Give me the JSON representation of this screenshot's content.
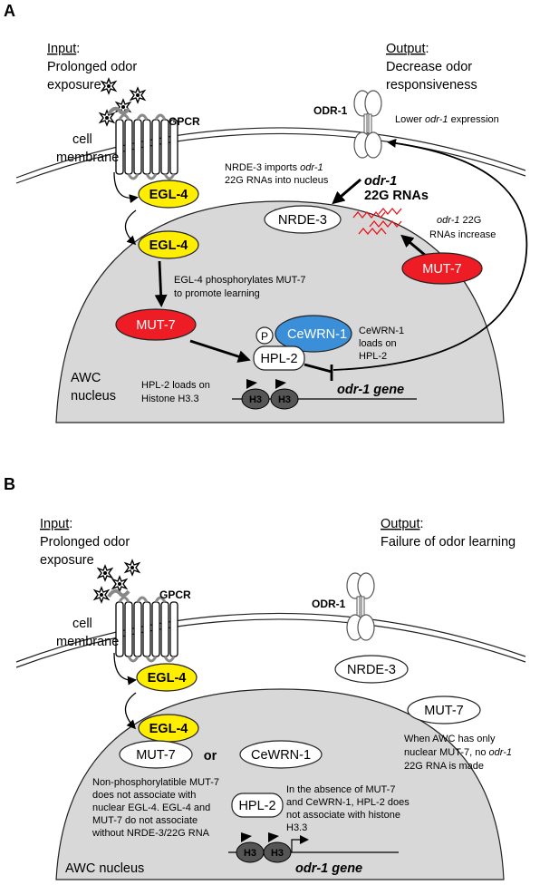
{
  "panel_a": {
    "letter": "A",
    "input_title": "Input",
    "input_colon": ":",
    "input_line1": "Prolonged odor",
    "input_line2": "exposure",
    "output_title": "Output",
    "output_colon": ":",
    "output_line1": "Decrease odor",
    "output_line2": "responsiveness",
    "odr1_receptor": "ODR-1",
    "lower_text_pre": "Lower ",
    "lower_text_italic": "odr-1",
    "lower_text_post": " expression",
    "gpcr": "GPCR",
    "cell_membrane_1": "cell",
    "cell_membrane_2": "membrane",
    "egl4_top": "EGL-4",
    "egl4_nuc": "EGL-4",
    "nrde3_import_pre": "NRDE-3 imports ",
    "nrde3_import_italic": "odr-1",
    "nrde3_import_line2": "22G RNAs into nucleus",
    "odr1_22g_italic": "odr-1",
    "odr1_22g_bold": "22G RNAs",
    "nrde3": "NRDE-3",
    "increase_italic": "odr-1",
    "increase_post": " 22G",
    "increase_line2": "RNAs increase",
    "mut7_cyto": "MUT-7",
    "phospho_line1": "EGL-4 phosphorylates MUT-7",
    "phospho_line2": "to promote learning",
    "mut7_nuc": "MUT-7",
    "p_label": "P",
    "cewrn1": "CeWRN-1",
    "cewrn1_note_1": "CeWRN-1",
    "cewrn1_note_2": "loads on",
    "cewrn1_note_3": "HPL-2",
    "hpl2": "HPL-2",
    "awc_1": "AWC",
    "awc_2": "nucleus",
    "hpl2_loads_1": "HPL-2 loads on",
    "hpl2_loads_2": "Histone H3.3",
    "h3_a": "H3",
    "h3_b": "H3",
    "gene_label": "odr-1 gene"
  },
  "panel_b": {
    "letter": "B",
    "input_title": "Input",
    "input_colon": ":",
    "input_line1": "Prolonged odor",
    "input_line2": "exposure",
    "output_title": "Output",
    "output_colon": ":",
    "output_line1": "Failure of odor learning",
    "odr1_receptor": "ODR-1",
    "gpcr": "GPCR",
    "cell_membrane_1": "cell",
    "cell_membrane_2": "membrane",
    "egl4_top": "EGL-4",
    "egl4_nuc": "EGL-4",
    "nrde3": "NRDE-3",
    "mut7_cyto": "MUT-7",
    "when_line1": "When AWC has only",
    "when_line2_pre": "nuclear MUT-7, no ",
    "when_line2_italic": "odr-1",
    "when_line3": "22G RNA is made",
    "mut7_nuc": "MUT-7",
    "or": "or",
    "cewrn1": "CeWRN-1",
    "nonphos_1": "Non-phosphorylatible MUT-7",
    "nonphos_2": "does not associate with",
    "nonphos_3": "nuclear EGL-4. EGL-4 and",
    "nonphos_4": "MUT-7 do not associate",
    "nonphos_5": "without NRDE-3/22G RNA",
    "hpl2": "HPL-2",
    "absence_1": "In the absence of MUT-7",
    "absence_2": "and CeWRN-1, HPL-2 does",
    "absence_3": "not associate with histone",
    "absence_4": "H3.3",
    "awc": "AWC nucleus",
    "h3_a": "H3",
    "h3_b": "H3",
    "gene_label": "odr-1 gene"
  },
  "colors": {
    "egl4_fill": "#ffee00",
    "mut7_fill": "#ee1c24",
    "cewrn1_fill": "#3a8fd8",
    "nucleus_fill": "#d8d8d8",
    "wave_red": "#e8121a",
    "histone_fill": "#555555"
  },
  "icons": [
    "odor-star-icon",
    "gpcr-receptor-icon",
    "odr1-channel-icon",
    "histone-icon",
    "transcription-start-arrow-icon",
    "rna-wave-icon"
  ]
}
